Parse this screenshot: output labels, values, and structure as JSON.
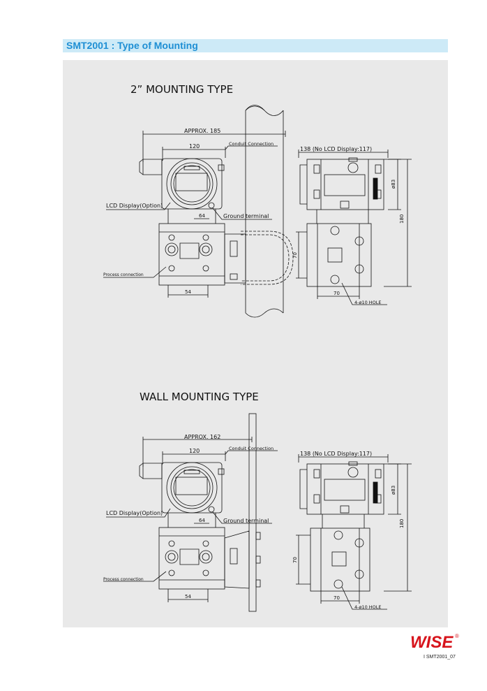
{
  "header": {
    "title": "SMT2001 : Type of Mounting"
  },
  "pipe_mounting": {
    "title": "2” MOUNTING TYPE",
    "approx_label": "APPROX. 185",
    "dim_120": "120",
    "conduit_label": "Conduit Connection",
    "lcd_label": "LCD Display(Option)",
    "dim_64": "64",
    "ground_label": "Ground terminal",
    "process_label": "Process connection",
    "dim_54": "54",
    "side_width_label": "138 (No LCD Display:117)",
    "dim_83": "ø83",
    "dim_180": "180",
    "dim_70_vertical": "70",
    "dim_70_horizontal": "70",
    "hole_label": "4-ø10 HOLE"
  },
  "wall_mounting": {
    "title": "WALL MOUNTING TYPE",
    "approx_label": "APPROX. 162",
    "dim_120": "120",
    "conduit_label": "Conduit Connection",
    "lcd_label": "LCD Display(Option)",
    "dim_64": "64",
    "ground_label": "Ground terminal",
    "process_label": "Process connection",
    "dim_54": "54",
    "side_width_label": "138 (No LCD Display:117)",
    "dim_83": "ø83",
    "dim_180": "180",
    "dim_70_vertical": "70",
    "dim_70_horizontal": "70",
    "hole_label": "4-ø10 HOLE"
  },
  "footer": {
    "brand": "WISE",
    "registered_mark": "®",
    "page_code": "I  SMT2001_07"
  },
  "colors": {
    "header_bg": "#cdeaf7",
    "header_text": "#1e8fd4",
    "panel_bg": "#e9e9e9",
    "brand_red": "#d7141c"
  }
}
